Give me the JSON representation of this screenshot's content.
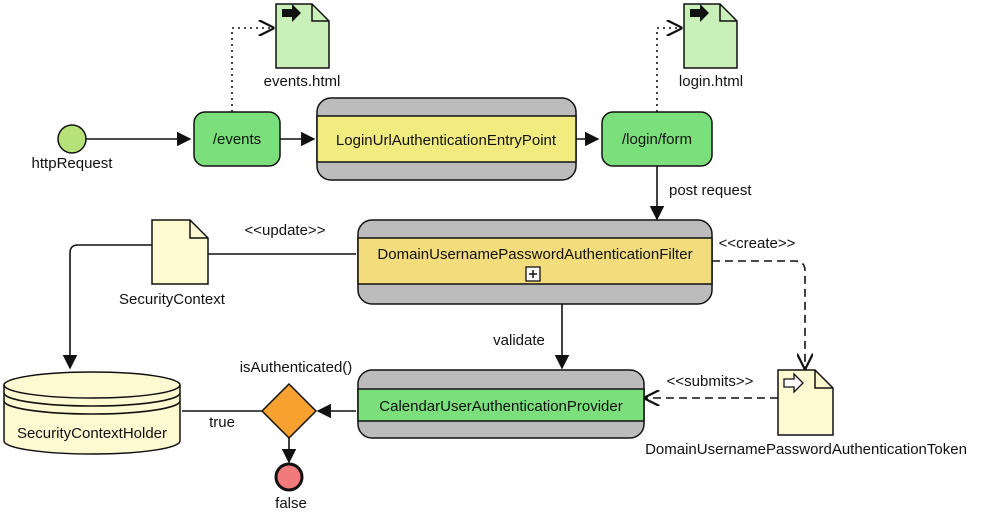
{
  "start_node": {
    "label": "httpRequest",
    "color": "#b6e27a"
  },
  "pages": {
    "events_html": "events.html",
    "login_html": "login.html"
  },
  "nodes": {
    "events": "/events",
    "login_form": "/login/form",
    "entry_point": "LoginUrlAuthenticationEntryPoint",
    "filter": "DomainUsernamePasswordAuthenticationFilter",
    "provider": "CalendarUserAuthenticationProvider",
    "security_context": "SecurityContext",
    "context_holder": "SecurityContextHolder",
    "token": "DomainUsernamePasswordAuthenticationToken"
  },
  "edges": {
    "post_request": "post request",
    "update": "<<update>>",
    "create": "<<create>>",
    "validate": "validate",
    "submits": "<<submits>>",
    "is_authenticated": "isAuthenticated()",
    "true_label": "true"
  },
  "end_node": {
    "label": "false",
    "color": "#f07b7b"
  },
  "colors": {
    "page_green": "#c8f0b8",
    "action_green": "#7be07b",
    "band_gray": "#bcbcbc",
    "yellow": "#f2ec80",
    "filter_yellow": "#f3dc7c",
    "doc_cream": "#fdfad2",
    "decision_orange": "#f7a131"
  }
}
